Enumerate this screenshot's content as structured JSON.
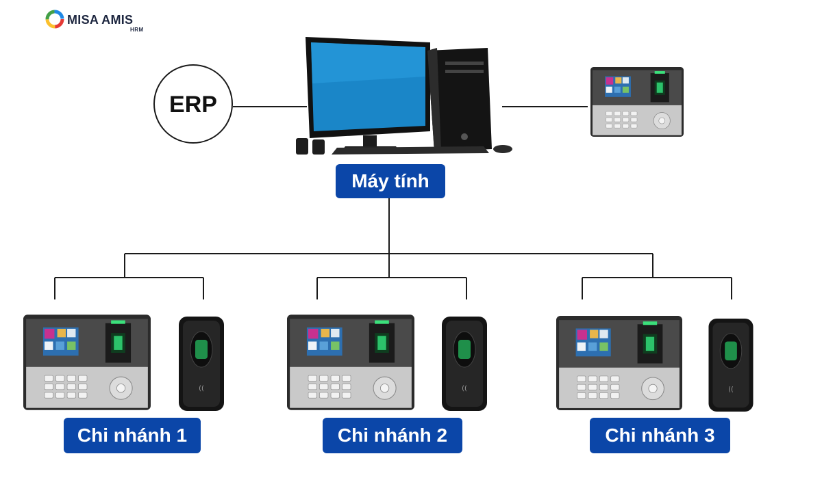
{
  "brand": {
    "name": "MISA AMIS",
    "sub": "HRM"
  },
  "erp": {
    "label": "ERP"
  },
  "computer": {
    "label": "Máy tính"
  },
  "branches": [
    {
      "label": "Chi nhánh 1"
    },
    {
      "label": "Chi nhánh 2"
    },
    {
      "label": "Chi nhánh 3"
    }
  ],
  "colors": {
    "label_bg": "#0b46a8",
    "label_text": "#ffffff",
    "line": "#1a1a1a"
  }
}
